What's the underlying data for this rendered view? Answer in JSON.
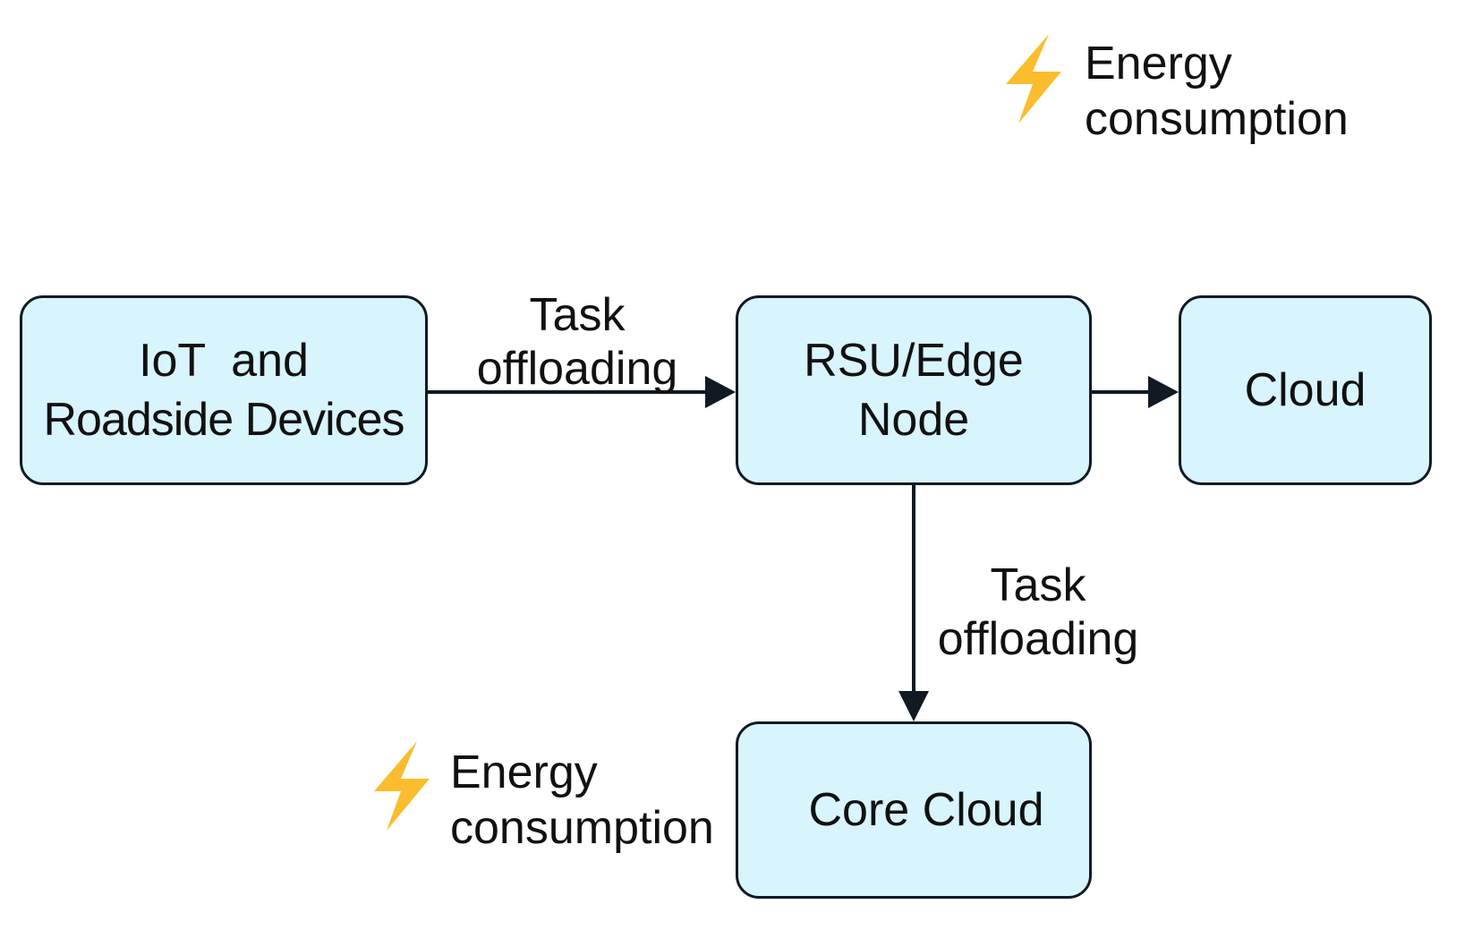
{
  "diagram": {
    "nodes": [
      {
        "id": "iot",
        "label_line1": "IoT  and",
        "label_line2": "Roadside Devices"
      },
      {
        "id": "rsu",
        "label_line1": "RSU/Edge",
        "label_line2": "Node"
      },
      {
        "id": "cloud",
        "label": "Cloud"
      },
      {
        "id": "core",
        "label": "Core Cloud"
      }
    ],
    "edges": [
      {
        "from": "iot",
        "to": "rsu",
        "label_line1": "Task",
        "label_line2": "offloading"
      },
      {
        "from": "rsu",
        "to": "cloud",
        "label": ""
      },
      {
        "from": "rsu",
        "to": "core",
        "label_line1": "Task",
        "label_line2": "offloading"
      }
    ],
    "annotations": [
      {
        "icon": "lightning-bolt-icon",
        "line1": "Energy",
        "line2": "consumption",
        "position": "top-right"
      },
      {
        "icon": "lightning-bolt-icon",
        "line1": "Energy",
        "line2": "consumption",
        "position": "bottom-left"
      }
    ],
    "colors": {
      "node_fill": "#d8f4fd",
      "stroke": "#111a22",
      "bolt": "#fbbd2d"
    }
  }
}
